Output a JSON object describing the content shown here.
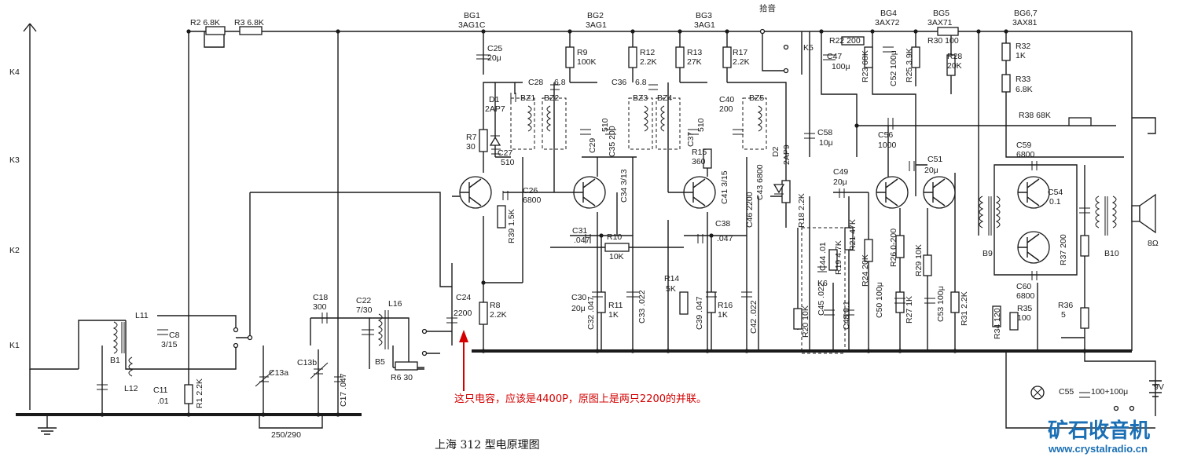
{
  "diagram": {
    "title": "上海 312 型电原理图",
    "note": "这只电容，应该是4400P，原图上是两只2200的并联。",
    "watermark_cn": "矿石收音机",
    "watermark_url": "www.crystalradio.cn",
    "accent_color": "#d40000",
    "watermark_color": "#1a6fb5",
    "switch_labels": [
      "K4",
      "K3",
      "K2",
      "K1"
    ],
    "transistors": [
      {
        "id": "t1",
        "name": "BG1",
        "type": "3AG1C"
      },
      {
        "id": "t2",
        "name": "BG2",
        "type": "3AG1"
      },
      {
        "id": "t3",
        "name": "BG3",
        "type": "3AG1"
      },
      {
        "id": "t4",
        "name": "BG4",
        "type": "3AX72"
      },
      {
        "id": "t5",
        "name": "BG5",
        "type": "3AX71"
      },
      {
        "id": "t6",
        "name": "BG6,7",
        "type": "3AX81"
      }
    ],
    "labels": {
      "r2": "R2 6.8K",
      "r3": "R3 6.8K",
      "c25": "C25",
      "c25v": "20μ",
      "c28": "C28",
      "c28v": "6.8",
      "d1": "D1",
      "d1t": "2AP7",
      "bz1": "BZ1",
      "bz2": "BZ2",
      "r7": "R7",
      "r7v": "30",
      "c27": "C27",
      "c27v": "510",
      "c26": "C26",
      "c26v": "6800",
      "r39": "R39 1.5K",
      "r9": "R9",
      "r9v": "100K",
      "c29": "C29",
      "c29v": "510",
      "c35": "C35 200",
      "c36": "C36",
      "c36v": "6.8",
      "bz3": "BZ3",
      "bz4": "BZ4",
      "r12": "R12",
      "r12v": "2.2K",
      "c34": "C34 3/13",
      "r13": "R13",
      "r13v": "27K",
      "c37": "C37",
      "c37v": "510",
      "r15": "R15",
      "r15v": "360",
      "c41": "C41 3/15",
      "c40": "C40",
      "c40v": "200",
      "bz5": "BZ5",
      "r17": "R17",
      "r17v": "2.2K",
      "d2": "D2",
      "d2t": "2AP9",
      "c43": "C43 6800",
      "c46": "C46 2200",
      "r18": "R18 2.2K",
      "c58": "C58",
      "c58v": "10μ",
      "c31": "C31",
      "c31v": ".047",
      "r10": "R10",
      "r10v": "10K",
      "c38": "C38",
      "c38v": ".047",
      "c30": "C30",
      "c30v": "20μ",
      "c32": "C32 .047",
      "r11": "R11",
      "r11v": "1K",
      "c33": "C33 .022",
      "r14": "R14",
      "r14v": "5K",
      "c39": "C39 .047",
      "r16": "R16",
      "r16v": "1K",
      "c42": "C42 .022",
      "luyin": "拾音",
      "k5": "K5",
      "r22": "R22 200",
      "c47": "C47",
      "c47v": "100μ",
      "r23": "R23 68K",
      "c52": "C52 100μ",
      "r25": "R25 3.9K",
      "r30": "R30 100",
      "r28": "R28",
      "r28v": "20K",
      "c56": "C56",
      "c56v": "1000",
      "c49": "C49",
      "c49v": "20μ",
      "c51": "C51",
      "c51v": "20μ",
      "r21": "R21 47K",
      "r19": "R19 4.7K",
      "c44": "C44 .01",
      "c45": "C45 .022",
      "k6": "K6",
      "c48": "C48 0.1",
      "r20": "R20 10K",
      "r24": "R24 20K",
      "c50": "C50 100μ",
      "r26": "R26 0-200",
      "r27": "R27 1K",
      "r29": "R29 10K",
      "c53": "C53 100μ",
      "r31": "R31 2.2K",
      "r32": "R32",
      "r32v": "1K",
      "r33": "R33",
      "r33v": "6.8K",
      "r38": "R38  68K",
      "c59": "C59",
      "c59v": "6800",
      "c54": "C54",
      "c54v": "0.1",
      "r37": "R37 200",
      "c60": "C60",
      "c60v": "6800",
      "r34": "R34 120",
      "r35": "R35",
      "r35v": "100",
      "r36": "R36",
      "r36v": "5",
      "b9": "B9",
      "b10": "B10",
      "spk": "8Ω",
      "c55": "C55",
      "c55v": "100+100μ",
      "batt": "9V",
      "l11": "L11",
      "l12": "L12",
      "b1": "B1",
      "c8": "C8",
      "c8v": "3/15",
      "c11": "C11",
      "c11v": ".01",
      "r1": "R1 2.2K",
      "c13a": "C13a",
      "c13b": "C13b",
      "c17": "C17 .047",
      "c18": "C18",
      "c18v": "300",
      "c22": "C22",
      "c22v": "7/30",
      "l16": "L16",
      "b5": "B5",
      "r6": "R6 30",
      "c24": "C24",
      "c24v": "2200",
      "r8": "R8",
      "r8v": "2.2K",
      "gang": "250/290"
    }
  }
}
